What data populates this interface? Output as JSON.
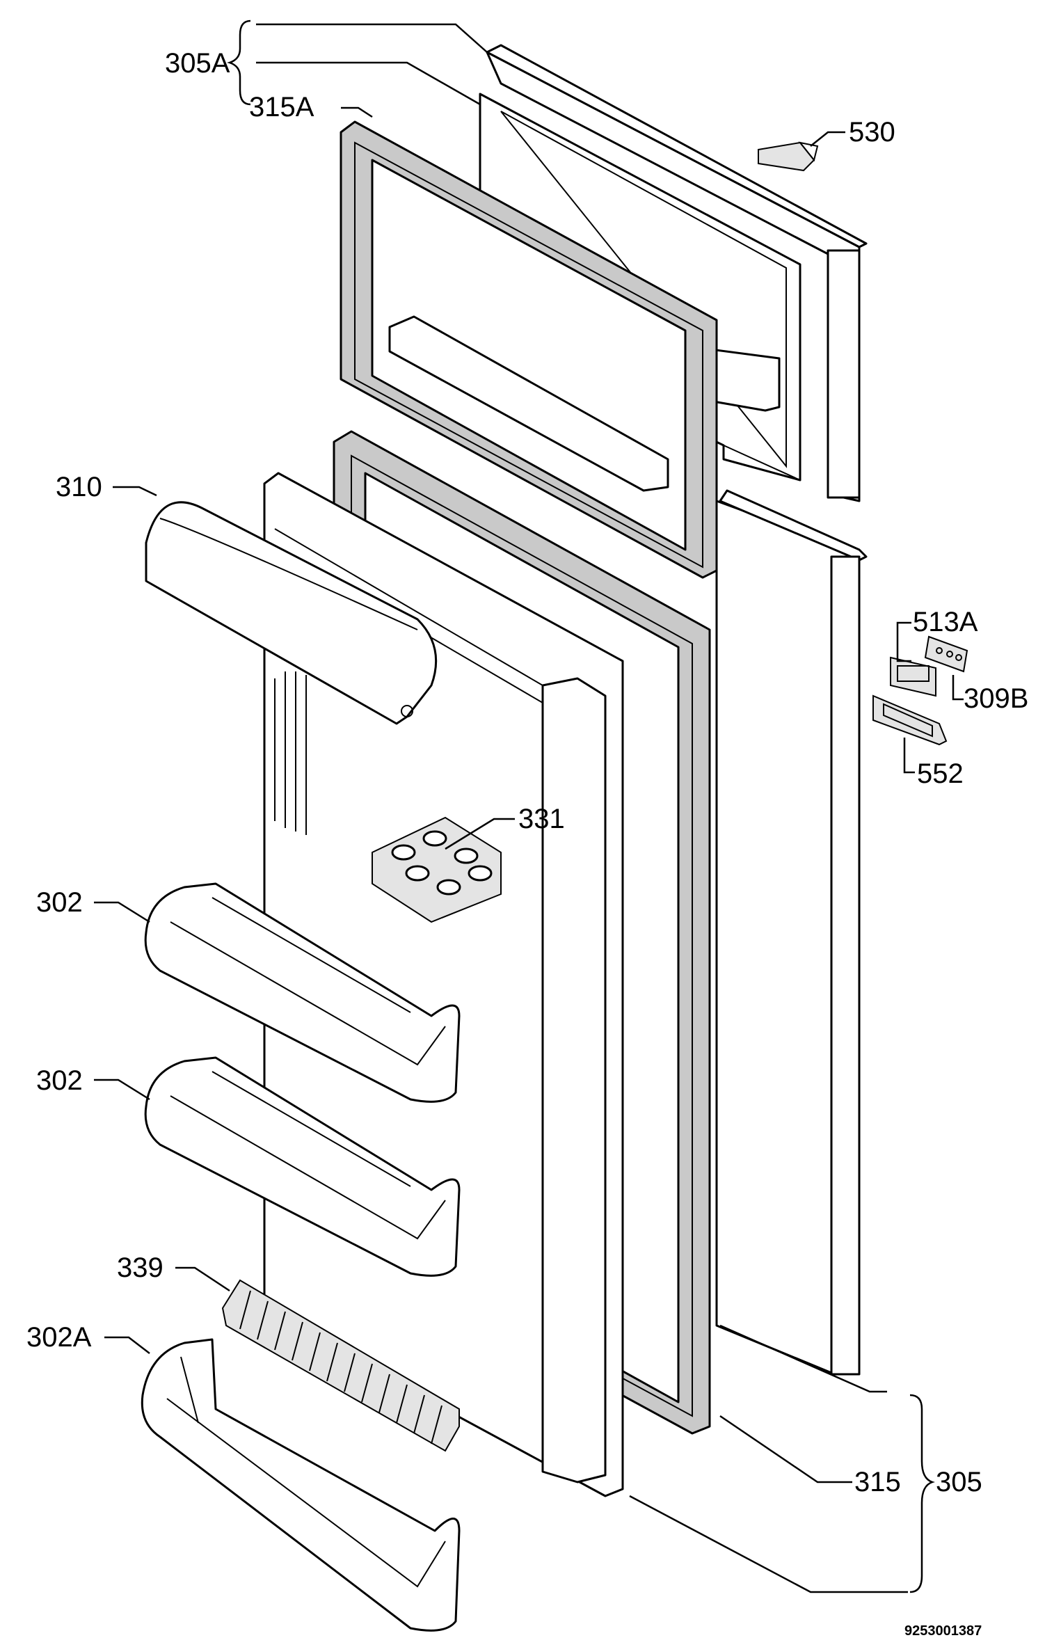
{
  "labels": {
    "l305A": "305A",
    "l315A": "315A",
    "l530": "530",
    "l310": "310",
    "l513A": "513A",
    "l309B": "309B",
    "l552": "552",
    "l331": "331",
    "l302a": "302",
    "l302b": "302",
    "l339": "339",
    "l302A": "302A",
    "l315": "315",
    "l305": "305"
  },
  "drawing_code": "9253001387"
}
